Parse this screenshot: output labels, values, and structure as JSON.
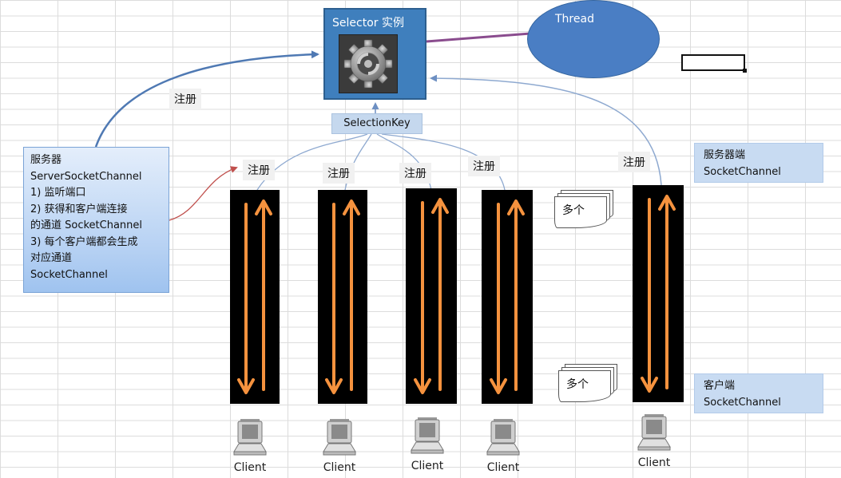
{
  "selector": {
    "title": "Selector 实例",
    "icon": "gear-icon"
  },
  "thread": {
    "label": "Thread"
  },
  "selection_key": {
    "label": "SelectionKey"
  },
  "register_labels": [
    "注册",
    "注册",
    "注册",
    "注册",
    "注册",
    "注册"
  ],
  "server_box": {
    "lines": [
      "服务器",
      "ServerSocketChannel",
      "1) 监听端口",
      "2)  获得和客户端连接",
      "的通道 SocketChannel",
      "3) 每个客户端都会生成",
      "对应通道",
      "SocketChannel"
    ]
  },
  "server_side": {
    "line1": "服务器端",
    "line2": "SocketChannel"
  },
  "client_side": {
    "line1": "客户端",
    "line2": "SocketChannel"
  },
  "multi_labels": [
    "多个",
    "多个"
  ],
  "clients": [
    "Client",
    "Client",
    "Client",
    "Client",
    "Client"
  ],
  "colors": {
    "selector_fill": "#3f7fbd",
    "thread_fill": "#4a7ec4",
    "arrow_orange": "#f5923e",
    "channel_fill": "#000000",
    "thread_link": "#8a4c8e",
    "register_arrow": "#5a82bb",
    "server_link": "#c0504d"
  }
}
